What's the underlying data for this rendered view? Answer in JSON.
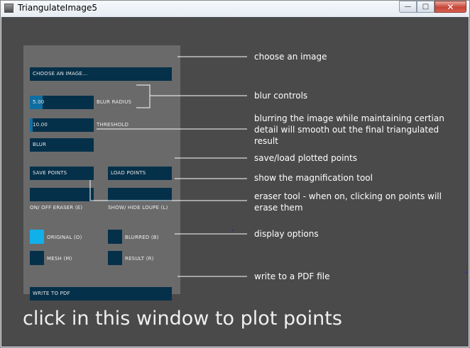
{
  "window": {
    "title": "TriangulateImage5",
    "minimize_glyph": "—",
    "maximize_glyph": "□",
    "close_glyph": "✕",
    "icon": "app-icon"
  },
  "panel": {
    "choose_image": "CHOOSE AN IMAGE...",
    "blur_radius": {
      "value": "5.00",
      "label": "BLUR RADIUS",
      "fill": 0.2
    },
    "threshold": {
      "value": "10.00",
      "label": "THRESHOLD",
      "fill": 0.04
    },
    "blur_button": "BLUR",
    "save_points": "SAVE POINTS",
    "load_points": "LOAD POINTS",
    "eraser_label": "ON/ OFF ERASER (E)",
    "loupe_label": "SHOW/ HIDE LOUPE (L)",
    "display": {
      "original": {
        "label": "ORIGINAL (O)",
        "on": true
      },
      "blurred": {
        "label": "BLURRED (B)",
        "on": false
      },
      "mesh": {
        "label": "MESH (M)",
        "on": false
      },
      "result": {
        "label": "RESULT (R)",
        "on": false
      }
    },
    "write_pdf": "WRITE TO PDF"
  },
  "annotations": {
    "choose": "choose an image",
    "blur_controls": "blur controls",
    "blurring_line1": "blurring the image while maintaining certian",
    "blurring_line2": "detail will smooth out the final triangulated",
    "blurring_line3": "result",
    "save_load": "save/load plotted points",
    "magnification": "show the magnification tool",
    "eraser_line1": "eraser tool - when on, clicking on points will",
    "eraser_line2": "erase them",
    "display_options": "display options",
    "write_pdf": "write to a PDF file"
  },
  "hint": "click in this window to plot points",
  "colors": {
    "canvas": "#4a4a4a",
    "panel": "#6a6a6a",
    "control": "#05304a",
    "active": "#10b0ea"
  }
}
